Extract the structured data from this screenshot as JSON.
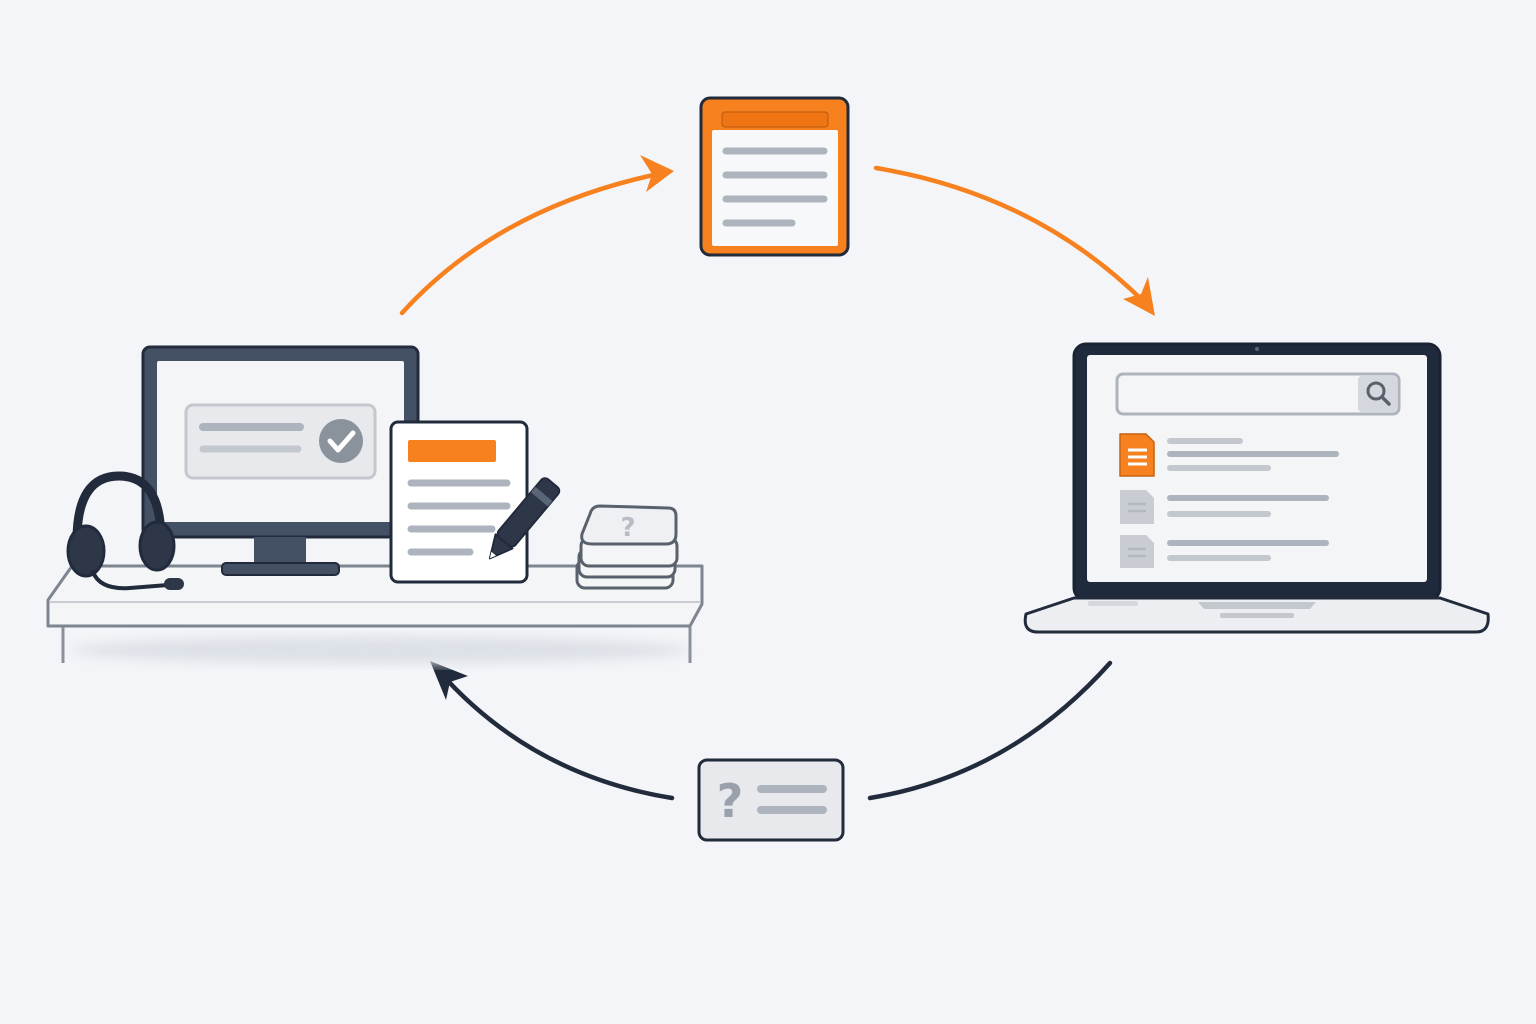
{
  "colors": {
    "background": "#f3f5f8",
    "accent": "#f7811f",
    "ink": "#222b3b",
    "line_gray": "#aeb4bd",
    "panel_gray": "#e7e9ed",
    "icon_gray": "#9aa1ab"
  },
  "nodes": {
    "workstation": {
      "icons": [
        "monitor-icon",
        "check-circle-icon",
        "headset-icon",
        "document-pen-icon",
        "question-card-stack-icon",
        "desk-icon"
      ]
    },
    "knowledge_article": {
      "icons": [
        "article-document-icon"
      ]
    },
    "search_portal": {
      "icons": [
        "laptop-icon",
        "search-icon",
        "document-result-icon"
      ]
    },
    "question": {
      "icons": [
        "question-mark-icon"
      ],
      "glyph": "?"
    }
  },
  "flow": [
    {
      "from": "workstation",
      "to": "knowledge_article",
      "color": "accent"
    },
    {
      "from": "knowledge_article",
      "to": "search_portal",
      "color": "accent"
    },
    {
      "from": "search_portal",
      "to": "question",
      "color": "ink"
    },
    {
      "from": "question",
      "to": "workstation",
      "color": "ink"
    }
  ]
}
